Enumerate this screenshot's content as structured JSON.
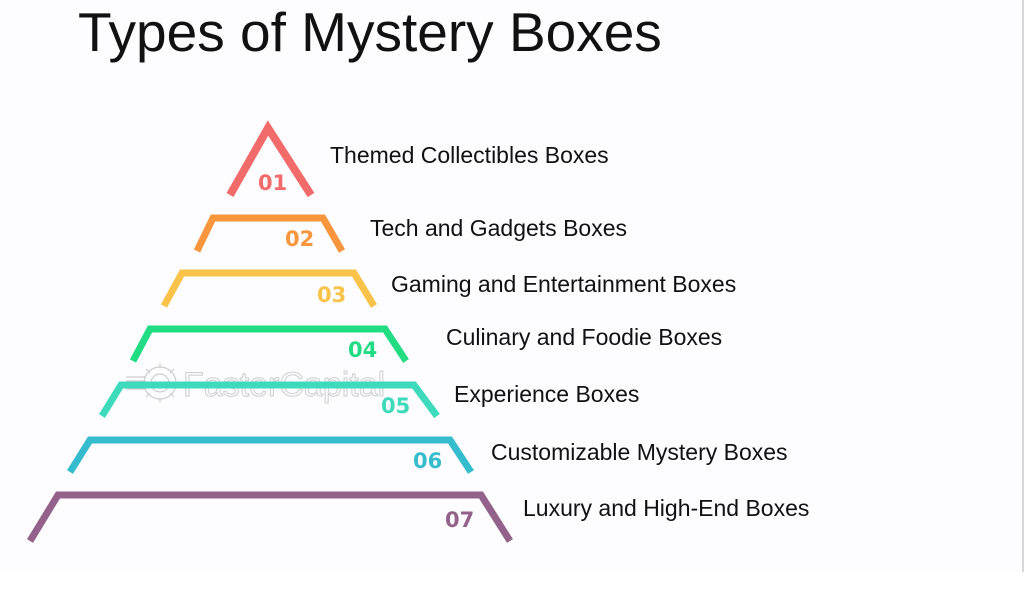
{
  "title": "Types of Mystery Boxes",
  "watermark": "FasterCapital",
  "tiers": [
    {
      "number": "01",
      "label": "Themed Collectibles Boxes",
      "color": "#f26b6b"
    },
    {
      "number": "02",
      "label": "Tech and Gadgets Boxes",
      "color": "#f7963c"
    },
    {
      "number": "03",
      "label": "Gaming and Entertainment Boxes",
      "color": "#f9c34a"
    },
    {
      "number": "04",
      "label": "Culinary and Foodie Boxes",
      "color": "#22dc84"
    },
    {
      "number": "05",
      "label": "Experience Boxes",
      "color": "#3ddbbb"
    },
    {
      "number": "06",
      "label": "Customizable Mystery Boxes",
      "color": "#35bccd"
    },
    {
      "number": "07",
      "label": "Luxury and High-End Boxes",
      "color": "#93628b"
    }
  ]
}
